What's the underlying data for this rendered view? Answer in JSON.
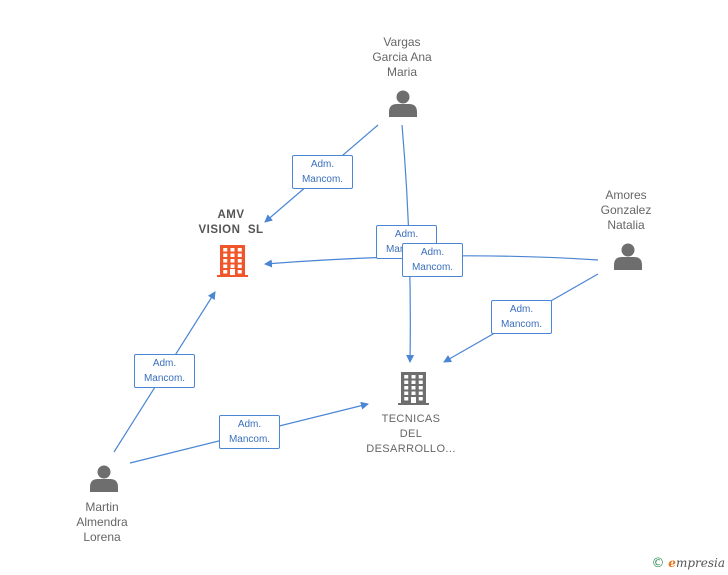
{
  "nodes": {
    "vargas": {
      "label_lines": [
        "Vargas",
        "Garcia Ana",
        "Maria"
      ],
      "kind": "person"
    },
    "amores": {
      "label_lines": [
        "Amores",
        "Gonzalez",
        "Natalia"
      ],
      "kind": "person"
    },
    "martin": {
      "label_lines": [
        "Martin",
        "Almendra",
        "Lorena"
      ],
      "kind": "person"
    },
    "amv": {
      "label_lines": [
        "AMV",
        "VISION  SL"
      ],
      "kind": "company-main"
    },
    "tecnicas": {
      "label_lines": [
        "TECNICAS",
        "DEL",
        "DESARROLLO..."
      ],
      "kind": "company"
    }
  },
  "edges": [
    {
      "from": "vargas",
      "to": "amv",
      "label_lines": [
        "Adm.",
        "Mancom."
      ]
    },
    {
      "from": "vargas",
      "to": "tecnicas",
      "label_lines": [
        "Adm.",
        "Mancom."
      ]
    },
    {
      "from": "amores",
      "to": "amv",
      "label_lines": [
        "Adm.",
        "Mancom."
      ]
    },
    {
      "from": "amores",
      "to": "tecnicas",
      "label_lines": [
        "Adm.",
        "Mancom."
      ]
    },
    {
      "from": "martin",
      "to": "amv",
      "label_lines": [
        "Adm.",
        "Mancom."
      ]
    },
    {
      "from": "martin",
      "to": "tecnicas",
      "label_lines": [
        "Adm.",
        "Mancom."
      ]
    }
  ],
  "colors": {
    "edge": "#4a86d4",
    "person_icon": "#6e6e6e",
    "company_main_icon": "#f0562a",
    "company_icon": "#6e6e6e"
  },
  "footer": {
    "copyright_symbol": "©",
    "brand_first": "e",
    "brand_rest": "mpresia"
  }
}
